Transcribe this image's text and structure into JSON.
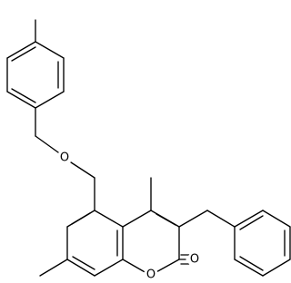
{
  "atom_labels": {
    "ether_oxygen": "O",
    "ring_oxygen": "O",
    "carbonyl_oxygen": "O"
  },
  "colors": {
    "bond": "#000000",
    "background": "#ffffff"
  }
}
